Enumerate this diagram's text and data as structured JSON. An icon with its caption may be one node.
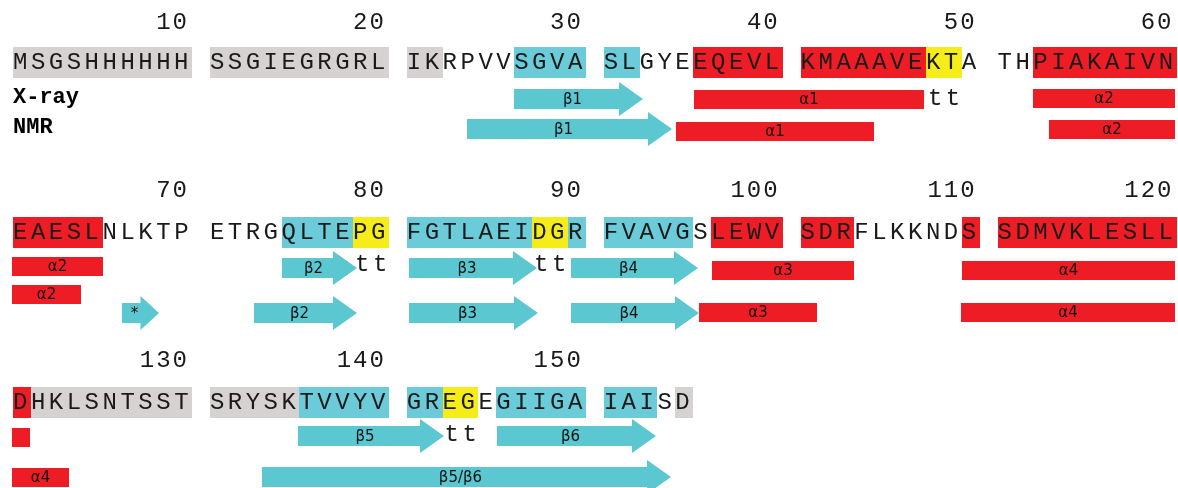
{
  "diagram": {
    "nodes": [
      {
        "text": [
          "β1"
        ]
      },
      {
        "text": [
          "α1"
        ]
      },
      {
        "text": [
          "α2"
        ]
      },
      {
        "text": [
          "β1"
        ]
      },
      {
        "text": [
          "α1"
        ]
      },
      {
        "text": [
          "α2"
        ]
      },
      {
        "text": [
          "α2"
        ]
      },
      {
        "text": [
          "β2"
        ]
      },
      {
        "text": [
          "β3"
        ]
      },
      {
        "text": [
          "β4"
        ]
      },
      {
        "text": [
          "α3"
        ]
      },
      {
        "text": [
          "α4"
        ]
      },
      {
        "text": [
          "α2"
        ]
      },
      {
        "text": [
          "*"
        ]
      },
      {
        "text": [
          "β2"
        ]
      },
      {
        "text": [
          "β3"
        ]
      },
      {
        "text": [
          "β4"
        ]
      },
      {
        "text": [
          "α3"
        ]
      },
      {
        "text": [
          "α4"
        ]
      },
      {
        "text": [],
        "shape": "bar"
      },
      {
        "text": [
          "β5"
        ]
      },
      {
        "text": [
          "β6"
        ]
      },
      {
        "text": [
          "α4"
        ]
      },
      {
        "text": [
          "β5/β6"
        ]
      }
    ],
    "edges": [],
    "labels": [
      "10",
      "20",
      "30",
      "40",
      "50",
      "60",
      "MSGSHHHHHH",
      "SSGIEGRGRL",
      "IKRPVVSGVA",
      "SLGYEEQEVL",
      "KMAAAVEKTA",
      "THPIAKAIVN",
      "X-ray",
      "tt",
      "NMR",
      "70",
      "80",
      "90",
      "100",
      "110",
      "120",
      "EAESLNLKTP",
      "ETRGQLTEPG",
      "FGTLAEIDGR",
      "FVAVGSLEWV",
      "SDRFLKKNDS",
      "SDMVKLESLL",
      "tt",
      "tt",
      "130",
      "140",
      "150",
      "DHKLSNTSST",
      "SRYSKTVVYV",
      "GREGEGIIGA",
      "IAISD",
      "tt"
    ]
  }
}
